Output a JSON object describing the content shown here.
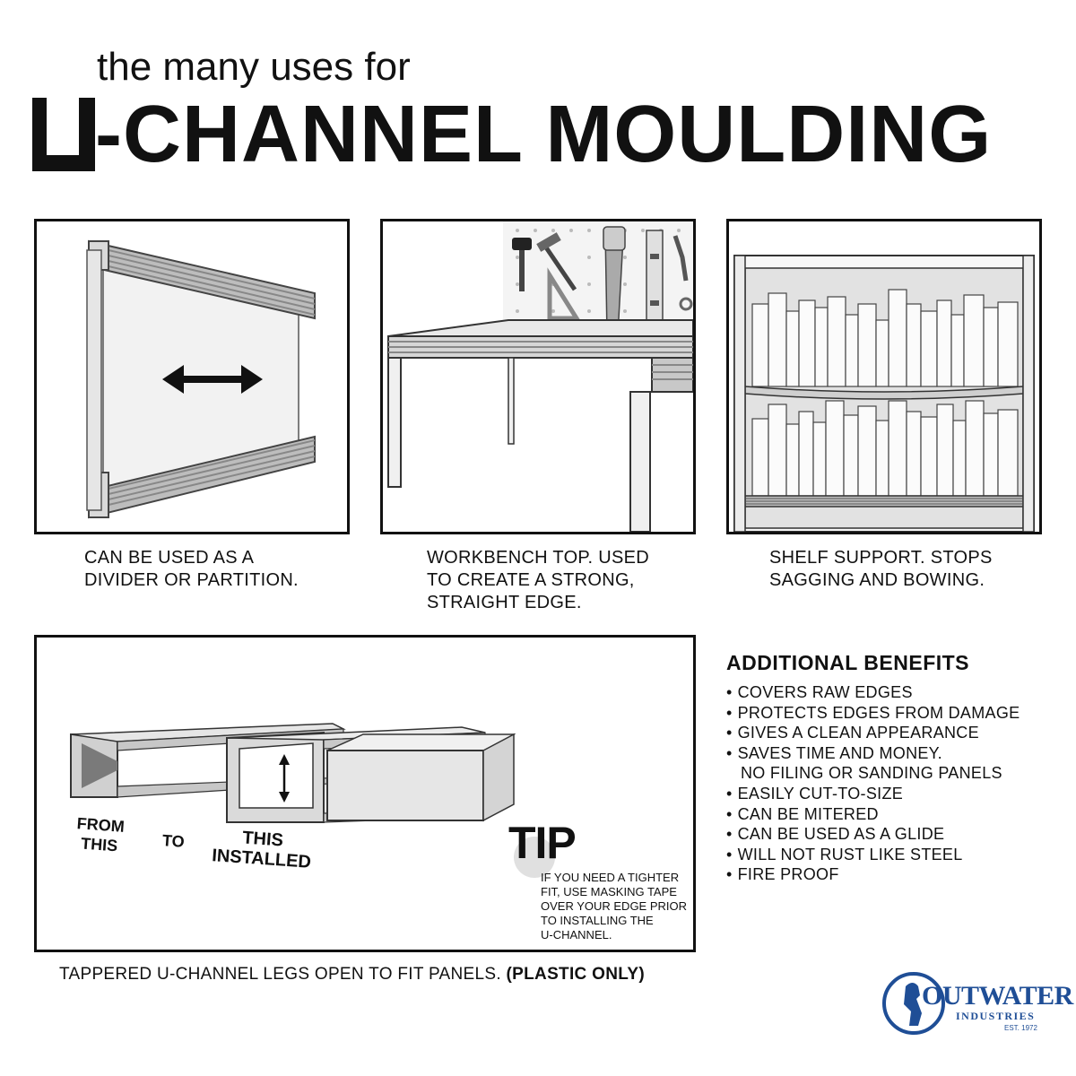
{
  "header": {
    "subtitle": "the many uses for",
    "title": "-CHANNEL MOULDING"
  },
  "panels": [
    {
      "caption_lines": [
        "CAN BE USED AS A",
        "DIVIDER OR PARTITION."
      ]
    },
    {
      "caption_lines": [
        "WORKBENCH TOP. USED",
        "TO CREATE A  STRONG,",
        "STRAIGHT EDGE."
      ]
    },
    {
      "caption_lines": [
        "SHELF SUPPORT. STOPS",
        "SAGGING AND BOWING."
      ]
    }
  ],
  "diagram": {
    "label_from": [
      "FROM",
      "THIS"
    ],
    "label_to": "TO",
    "label_installed": [
      "THIS",
      "INSTALLED"
    ],
    "tip": {
      "heading": "TIP",
      "lines": [
        "IF YOU NEED A TIGHTER",
        "FIT, USE MASKING TAPE",
        "OVER YOUR EDGE PRIOR",
        "TO INSTALLING THE",
        "U-CHANNEL."
      ]
    },
    "caption_main": "TAPPERED U-CHANNEL LEGS OPEN TO FIT PANELS.",
    "caption_bold": "(PLASTIC ONLY)"
  },
  "benefits": {
    "title": "ADDITIONAL BENEFITS",
    "items": [
      "COVERS RAW EDGES",
      "PROTECTS EDGES FROM DAMAGE",
      "GIVES A CLEAN APPEARANCE",
      "SAVES TIME AND MONEY.",
      "NO FILING OR SANDING PANELS",
      "EASILY CUT-TO-SIZE",
      "CAN BE MITERED",
      "CAN BE USED AS A GLIDE",
      "WILL NOT RUST LIKE STEEL",
      "FIRE PROOF"
    ]
  },
  "logo": {
    "name": "OUTWATER",
    "sub": "INDUSTRIES",
    "est": "EST. 1972",
    "color": "#1f4e96"
  }
}
